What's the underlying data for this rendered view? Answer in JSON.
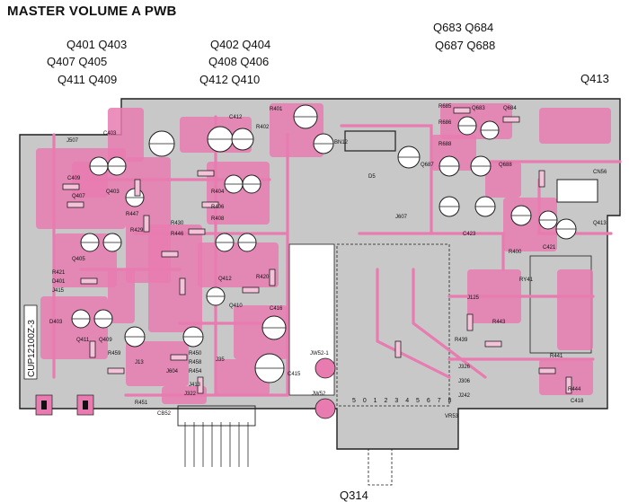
{
  "title": "MASTER VOLUME A PWB",
  "callouts": {
    "left_1": "Q401 Q403",
    "left_2": "Q407 Q405",
    "left_3": "Q411 Q409",
    "mid_1": "Q402 Q404",
    "mid_2": "Q408 Q406",
    "mid_3": "Q412 Q410",
    "right_1": "Q683 Q684",
    "right_2": "Q687 Q688",
    "far_right": "Q413",
    "bottom": "Q314"
  },
  "board": {
    "side_code": "CUP12100Z-3",
    "component_labels": [
      "J507",
      "C403",
      "C409",
      "Q407",
      "Q403",
      "R447",
      "R429",
      "Q405",
      "R421",
      "D401",
      "J415",
      "D403",
      "Q411",
      "Q409",
      "R459",
      "J13",
      "J604",
      "J413",
      "J322",
      "R451",
      "CB52",
      "R454",
      "R430",
      "R446",
      "R408",
      "R406",
      "R404",
      "Q412",
      "Q410",
      "R458",
      "R450",
      "J35",
      "C412",
      "R402",
      "R401",
      "C416",
      "R420",
      "C415",
      "JW52-1",
      "JW52",
      "BN12",
      "D5",
      "J607",
      "J125",
      "R443",
      "R439",
      "J326",
      "J306",
      "J242",
      "VR53",
      "R685",
      "R686",
      "R688",
      "Q687",
      "Q688",
      "Q683",
      "Q684",
      "C421",
      "R400",
      "RY41",
      "R444",
      "C418",
      "R441",
      "CN56",
      "Q413",
      "C423"
    ],
    "connector_pins": "5 0 1 2 3 4 5 6 7 8"
  },
  "colors": {
    "board": "#c8c8c8",
    "copper": "#e87bb0",
    "pad": "#f4c2d9",
    "line": "#1e1e1e"
  }
}
